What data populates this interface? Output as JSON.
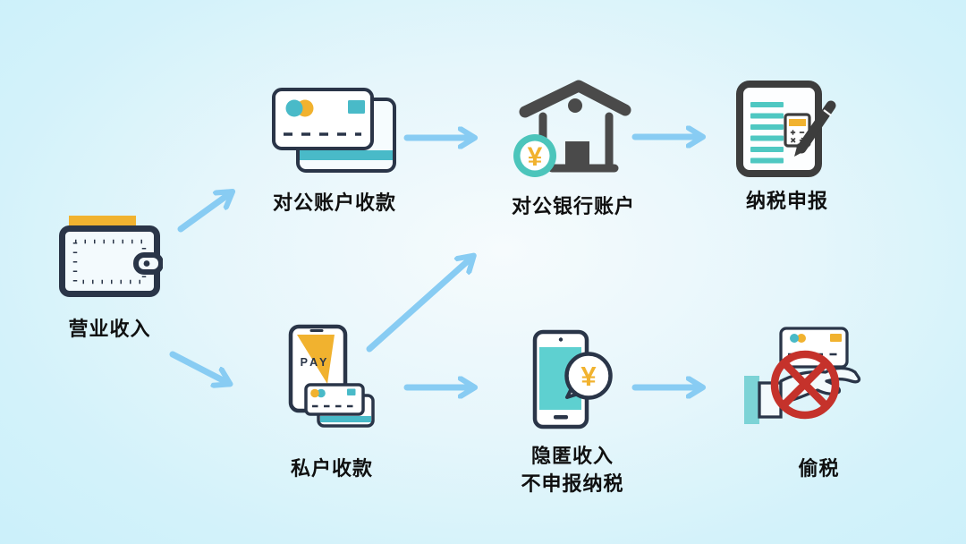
{
  "diagram": {
    "description": "business income tax flow diagram",
    "nodes": [
      {
        "id": "revenue",
        "label": "营业收入",
        "icon": "wallet-icon"
      },
      {
        "id": "corporate-collection",
        "label": "对公账户收款",
        "icon": "bank-cards-icon"
      },
      {
        "id": "corporate-bank-account",
        "label": "对公银行账户",
        "icon": "bank-house-icon"
      },
      {
        "id": "tax-filing",
        "label": "纳税申报",
        "icon": "tax-form-icon"
      },
      {
        "id": "private-collection",
        "label": "私户收款",
        "icon": "mobile-pay-icon"
      },
      {
        "id": "hidden-income",
        "label": "隐匿收入",
        "label2": "不申报纳税",
        "icon": "hidden-income-phone-icon"
      },
      {
        "id": "tax-evasion",
        "label": "偷税",
        "icon": "blocked-card-hand-icon"
      }
    ],
    "edges": [
      {
        "from": "营业收入",
        "to": "对公账户收款"
      },
      {
        "from": "对公账户收款",
        "to": "对公银行账户"
      },
      {
        "from": "对公银行账户",
        "to": "纳税申报"
      },
      {
        "from": "营业收入",
        "to": "私户收款"
      },
      {
        "from": "私户收款",
        "to": "对公银行账户"
      },
      {
        "from": "私户收款",
        "to": "隐匿收入 不申报纳税"
      },
      {
        "from": "隐匿收入 不申报纳税",
        "to": "偷税"
      }
    ]
  },
  "icon_text": {
    "pay": "PAY",
    "yuan": "¥"
  },
  "colors": {
    "arrow": "#88ccf3",
    "outline_navy": "#2a3548",
    "dark_gray": "#4a4a4a",
    "teal": "#49bac8",
    "yellow": "#f1b22f",
    "red": "#c5322b",
    "label_text": "#101010",
    "background_center": "#f6fbfd",
    "background_edge": "#cbf0fa"
  }
}
